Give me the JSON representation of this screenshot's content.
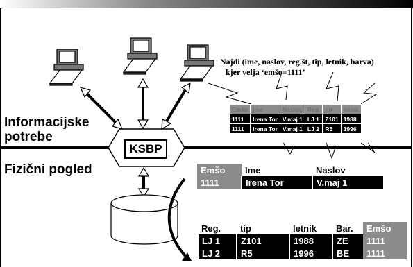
{
  "labels": {
    "information_needs_line1": "Informacijske",
    "information_needs_line2": "potrebe",
    "physical_view": "Fizični pogled",
    "dbms": "KSBP"
  },
  "query": {
    "line1": "Najdi (ime, naslov, reg.št, tip, letnik, barva)",
    "line2": "kjer velja ‘emšo=1111’"
  },
  "result_table": {
    "headers": [
      "Emšo",
      "Ime",
      "Naslov",
      "Reg.",
      "tip",
      "letnik"
    ],
    "rows": [
      [
        "1111",
        "Irena Tor",
        "V.maj 1",
        "LJ 1",
        "Z101",
        "1988"
      ],
      [
        "1111",
        "Irena Tor",
        "V.maj 1",
        "LJ 2",
        "R5",
        "1996"
      ]
    ]
  },
  "person_table": {
    "headers": [
      "Emšo",
      "Ime",
      "Naslov"
    ],
    "rows": [
      [
        "1111",
        "Irena Tor",
        "V.maj 1"
      ]
    ]
  },
  "vehicle_table": {
    "headers": [
      "Reg.",
      "tip",
      "letnik",
      "Bar.",
      "Emšo"
    ],
    "rows": [
      [
        "LJ 1",
        "Z101",
        "1988",
        "ZE",
        "1111"
      ],
      [
        "LJ 2",
        "R5",
        "1996",
        "BE",
        "1111"
      ]
    ]
  }
}
